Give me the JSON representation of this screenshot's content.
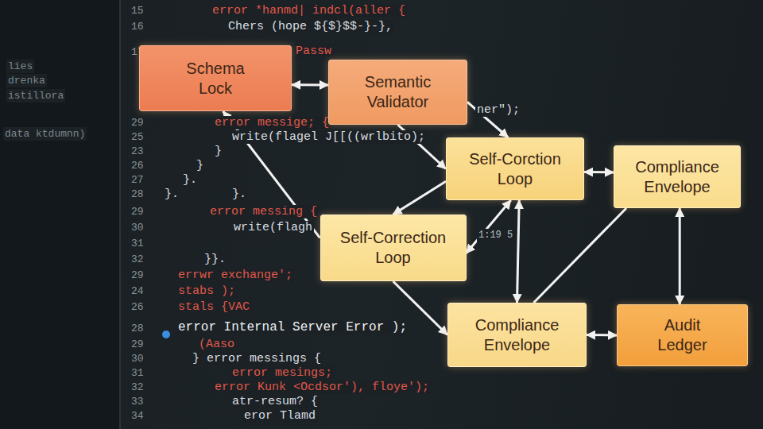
{
  "diagram": {
    "nodes": [
      {
        "text": [
          "Schema Lock"
        ]
      },
      {
        "text": [
          "Semantic Validator"
        ]
      },
      {
        "text": [
          "Self-Corction Loop"
        ]
      },
      {
        "text": [
          "Compliance Envelope"
        ]
      },
      {
        "text": [
          "Self-Correction Loop"
        ]
      },
      {
        "text": [
          "Compliance Envelope"
        ]
      },
      {
        "text": [
          "Audit Ledger"
        ]
      }
    ],
    "edges": [
      {
        "from": 0,
        "to": 1,
        "arrow": "both"
      },
      {
        "from": 1,
        "to": 2,
        "arrow": "to"
      },
      {
        "from": 1,
        "to": 2,
        "arrow": "to"
      },
      {
        "from": 2,
        "to": 3,
        "arrow": "both"
      },
      {
        "from": 2,
        "to": 4,
        "arrow": "to"
      },
      {
        "from": 4,
        "to": 0,
        "arrow": "to"
      },
      {
        "from": 4,
        "to": 2,
        "arrow": "both"
      },
      {
        "from": 2,
        "to": 5,
        "arrow": "both"
      },
      {
        "from": 4,
        "to": 5,
        "arrow": "to"
      },
      {
        "from": 3,
        "to": 5,
        "arrow": "none"
      },
      {
        "from": 3,
        "to": 6,
        "arrow": "both"
      },
      {
        "from": 5,
        "to": 6,
        "arrow": "both"
      }
    ],
    "labels": [
      "lies",
      "drenka",
      "istillora",
      "data ktdumnn)",
      "15",
      "16",
      "17",
      "29",
      "25",
      "23",
      "26",
      "27",
      "28",
      "29",
      "30",
      "31",
      "32",
      "29",
      "24",
      "26",
      "28",
      "29",
      "30",
      "31",
      "32",
      "33",
      "34",
      "error *hanmd| indcl(aller {",
      "Chers (hope ${$}$$-}-},",
      "Passw",
      "ner\");",
      "error messige; {",
      "write(flagel J[[((wrlbito);",
      "}",
      "}",
      "}.",
      "}.",
      "}.",
      "error messing {",
      "write(flagh",
      "}}.",
      "errwr exchange';",
      "stabs );",
      "stals {VAC",
      "error Internal Server Error );",
      "(Aaso",
      "} error messings {",
      "error mesings;",
      "error Kunk <Ocdsor'), floye');",
      "atr-resum? {",
      "eror Tlamd",
      "1:19 5"
    ]
  }
}
